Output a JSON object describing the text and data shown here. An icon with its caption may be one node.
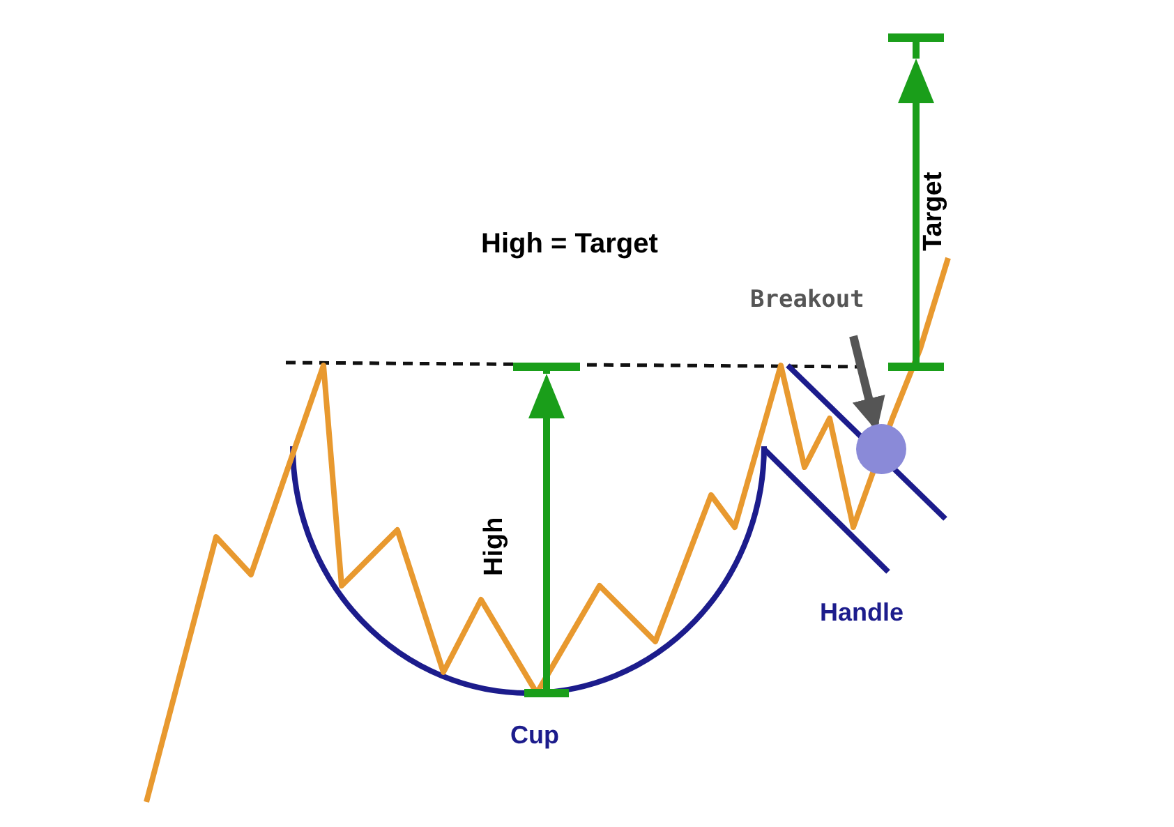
{
  "diagram": {
    "nodes": [
      {
        "text": [
          "Breakout"
        ]
      },
      {
        "text": [],
        "shape": "circle"
      }
    ],
    "edges": [
      {
        "from": 0,
        "to": 1,
        "arrow": "to"
      }
    ],
    "labels": [
      "Target",
      "High = Target",
      "High",
      "Handle",
      "Cup"
    ]
  }
}
